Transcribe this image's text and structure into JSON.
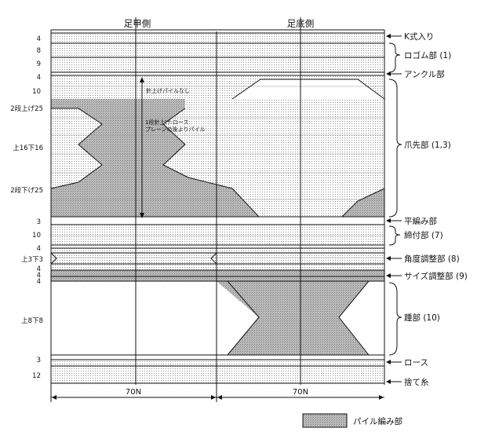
{
  "header": {
    "instep_side": "足甲側",
    "sole_side": "足底側"
  },
  "row_labels": [
    {
      "id": "r4a",
      "text": "4"
    },
    {
      "id": "r8",
      "text": "8"
    },
    {
      "id": "r9",
      "text": "9"
    },
    {
      "id": "r4b",
      "text": "4"
    },
    {
      "id": "r10",
      "text": "10"
    },
    {
      "id": "r25a",
      "text": "2段上げ25"
    },
    {
      "id": "r16",
      "text": "上16下16"
    },
    {
      "id": "r25b",
      "text": "2段下げ25"
    },
    {
      "id": "r3a",
      "text": "3"
    },
    {
      "id": "r10b",
      "text": "10"
    },
    {
      "id": "r4c",
      "text": "4"
    },
    {
      "id": "r33",
      "text": "上3下3"
    },
    {
      "id": "r4d",
      "text": "4"
    },
    {
      "id": "r4e",
      "text": "4"
    },
    {
      "id": "r4f",
      "text": "4"
    },
    {
      "id": "r88",
      "text": "上8下8"
    },
    {
      "id": "r3b",
      "text": "3"
    },
    {
      "id": "r12",
      "text": "12"
    }
  ],
  "sections": {
    "k_entry": "K式入り",
    "rubber": "ロゴム部 (1)",
    "ankle": "アンクル部",
    "toe": "爪先部 (1,3)",
    "plain": "平編み部",
    "tighten": "締付部 (7)",
    "angle": "角度調整部 (8)",
    "size": "サイズ調整部 (9)",
    "heel": "踵部 (10)",
    "loose": "ロース",
    "waste": "捨て糸"
  },
  "annotations": {
    "no_pile": "針上げパイルなし",
    "note_line1": "1段針上げ:ロース",
    "note_line2": "プレーンの後よりパイル"
  },
  "dimensions": {
    "left": "70N",
    "right": "70N"
  },
  "legend": {
    "label": "パイル編み部"
  },
  "colors": {
    "pile_fill": "#b5b5b5",
    "line": "#111111"
  }
}
